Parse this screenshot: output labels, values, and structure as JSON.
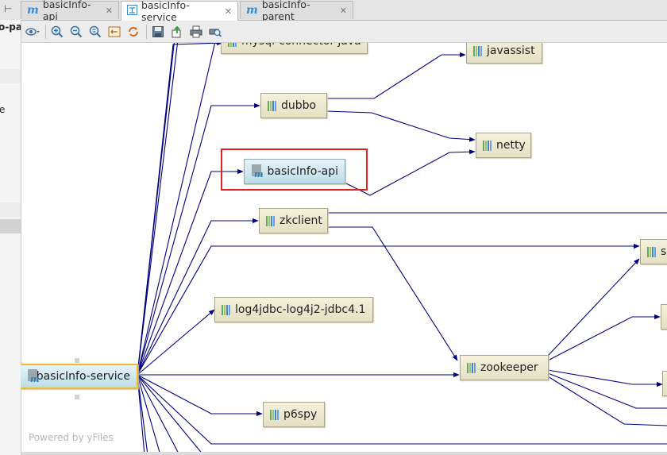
{
  "editor_tabs": [
    {
      "label": "basicInfo-api",
      "icon": "maven-module-icon",
      "active": false
    },
    {
      "label": "basicInfo-service",
      "icon": "diagram-icon",
      "active": true
    },
    {
      "label": "basicInfo-parent",
      "icon": "maven-module-icon",
      "active": false
    }
  ],
  "left_panel": {
    "partial_label": "o-pa",
    "partial_label_2": "e"
  },
  "toolbar": {
    "buttons": [
      "layout-options-icon",
      "zoom-in-icon",
      "zoom-out-icon",
      "actual-size-icon",
      "fit-content-icon",
      "apply-layout-icon",
      "save-icon",
      "export-icon",
      "print-icon",
      "print-preview-icon"
    ]
  },
  "graph": {
    "root": "basicInfo-service",
    "nodes": {
      "mysql": "mysql-connector-java",
      "javassist": "javassist",
      "dubbo": "dubbo",
      "netty": "netty",
      "api": "basicInfo-api",
      "zkclient": "zkclient",
      "slf": "s",
      "log4jdbc": "log4jdbc-log4j2-jdbc4.1",
      "zookeeper": "zookeeper",
      "p6spy": "p6spy"
    },
    "edges": [
      [
        "basicInfo-service",
        "mysql-connector-java"
      ],
      [
        "basicInfo-service",
        "dubbo"
      ],
      [
        "basicInfo-service",
        "basicInfo-api"
      ],
      [
        "basicInfo-service",
        "zkclient"
      ],
      [
        "basicInfo-service",
        "s"
      ],
      [
        "basicInfo-service",
        "log4jdbc-log4j2-jdbc4.1"
      ],
      [
        "basicInfo-service",
        "zookeeper"
      ],
      [
        "basicInfo-service",
        "p6spy"
      ],
      [
        "dubbo",
        "javassist"
      ],
      [
        "dubbo",
        "netty"
      ],
      [
        "basicInfo-api",
        "netty"
      ],
      [
        "zkclient",
        "zookeeper"
      ],
      [
        "zookeeper",
        "s"
      ]
    ]
  },
  "colors": {
    "edge": "#00007f",
    "highlight": "#e02020",
    "selection": "#f0bb2b"
  },
  "watermark": "Powered by yFiles"
}
